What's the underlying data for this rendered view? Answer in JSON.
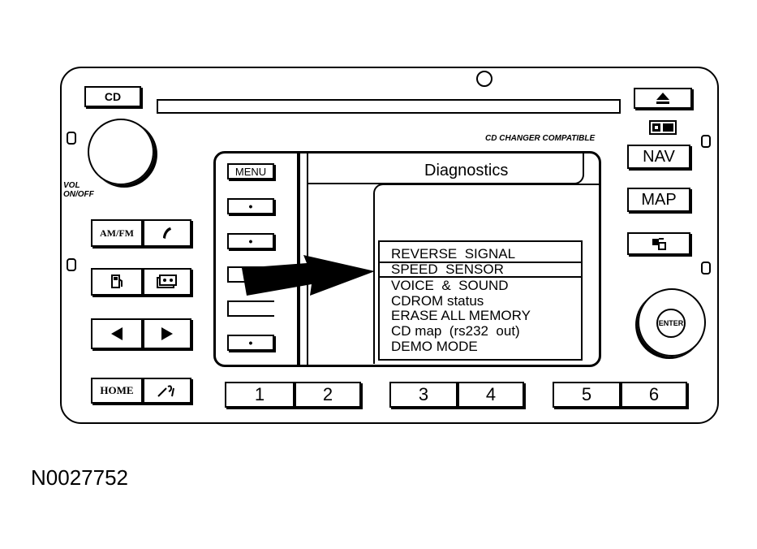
{
  "radio": {
    "cd_label": "CD",
    "changer_label": "CD CHANGER COMPATIBLE",
    "nav_label": "NAV",
    "map_label": "MAP",
    "vol_label_line1": "VOL",
    "vol_label_line2": "ON/OFF",
    "menu_label": "MENU",
    "amfm_label": "AM/FM",
    "home_label": "HOME",
    "enter_label": "ENTER",
    "presets": [
      "1",
      "2",
      "3",
      "4",
      "5",
      "6"
    ]
  },
  "screen": {
    "title": "Diagnostics",
    "items": [
      "REVERSE  SIGNAL",
      "SPEED  SENSOR",
      "VOICE  &  SOUND",
      "CDROM status",
      "ERASE ALL MEMORY",
      "CD map  (rs232  out)",
      "DEMO MODE"
    ],
    "selected_item": "SPEED  SENSOR"
  },
  "figure_id": "N0027752"
}
